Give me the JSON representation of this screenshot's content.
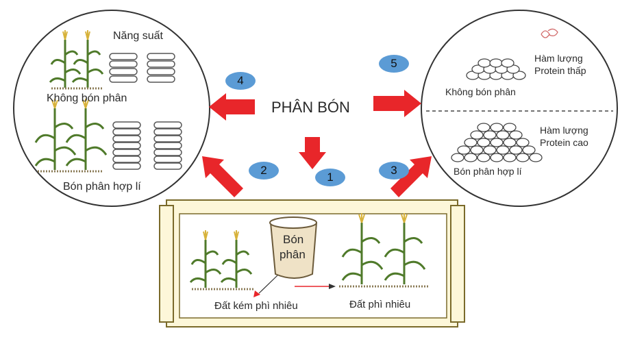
{
  "center_title": "PHÂN BÓN",
  "badges": [
    "1",
    "2",
    "3",
    "4",
    "5"
  ],
  "left_panel": {
    "yield_label": "Năng suất",
    "no_fertilizer": "Không bón phân",
    "proper_fertilizer": "Bón phân hợp lí"
  },
  "right_panel": {
    "no_fertilizer": "Không bón phân",
    "low_protein_line1": "Hàm lượng",
    "low_protein_line2": "Protein thấp",
    "high_protein_line1": "Hàm lượng",
    "high_protein_line2": "Protein cao",
    "proper_fertilizer": "Bón phân hợp lí"
  },
  "bottom_panel": {
    "bag_line1": "Bón",
    "bag_line2": "phân",
    "poor_soil": "Đất kém phì nhiêu",
    "fertile_soil": "Đất phì nhiêu"
  },
  "colors": {
    "arrow": "#e8262a",
    "badge": "#5b9bd5",
    "panel_fill": "#fdf7d9",
    "panel_border": "#7a6a2a",
    "plant": "#4f7a2a"
  }
}
